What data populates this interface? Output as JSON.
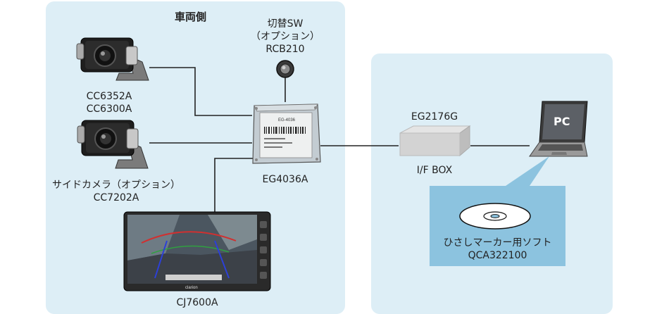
{
  "vehicle_side": {
    "title": "車両側",
    "switch_label": [
      "切替SW",
      "（オプション）",
      "RCB210"
    ],
    "camera1_label": [
      "CC6352A",
      "CC6300A"
    ],
    "camera2_label": [
      "サイドカメラ（オプション）",
      "CC7202A"
    ],
    "ecu_label": "EG4036A",
    "ecu_model_text": "EG-4036",
    "monitor_label": "CJ7600A",
    "monitor_brand": "clarion"
  },
  "pc_side": {
    "box_label_top": "EG2176G",
    "box_label_bottom": "I/F BOX",
    "pc_text": "PC",
    "software_label": [
      "ひさしマーカー用ソフト",
      "QCA322100"
    ]
  }
}
